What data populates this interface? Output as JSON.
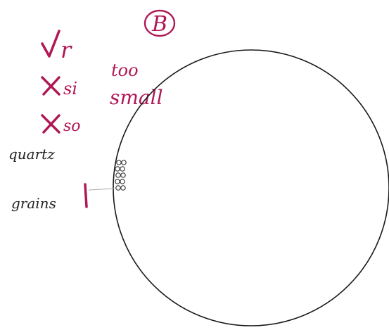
{
  "panel_label": "B",
  "checklist": [
    {
      "mark": "check",
      "label": "r"
    },
    {
      "mark": "cross",
      "label": "si"
    },
    {
      "mark": "cross",
      "label": "so"
    }
  ],
  "note": {
    "line1": "too",
    "line2": "small"
  },
  "side_label": {
    "line1": "quartz",
    "line2": "grains"
  },
  "ink_colors": {
    "annotation": "#b01855",
    "drawing": "#222222"
  }
}
